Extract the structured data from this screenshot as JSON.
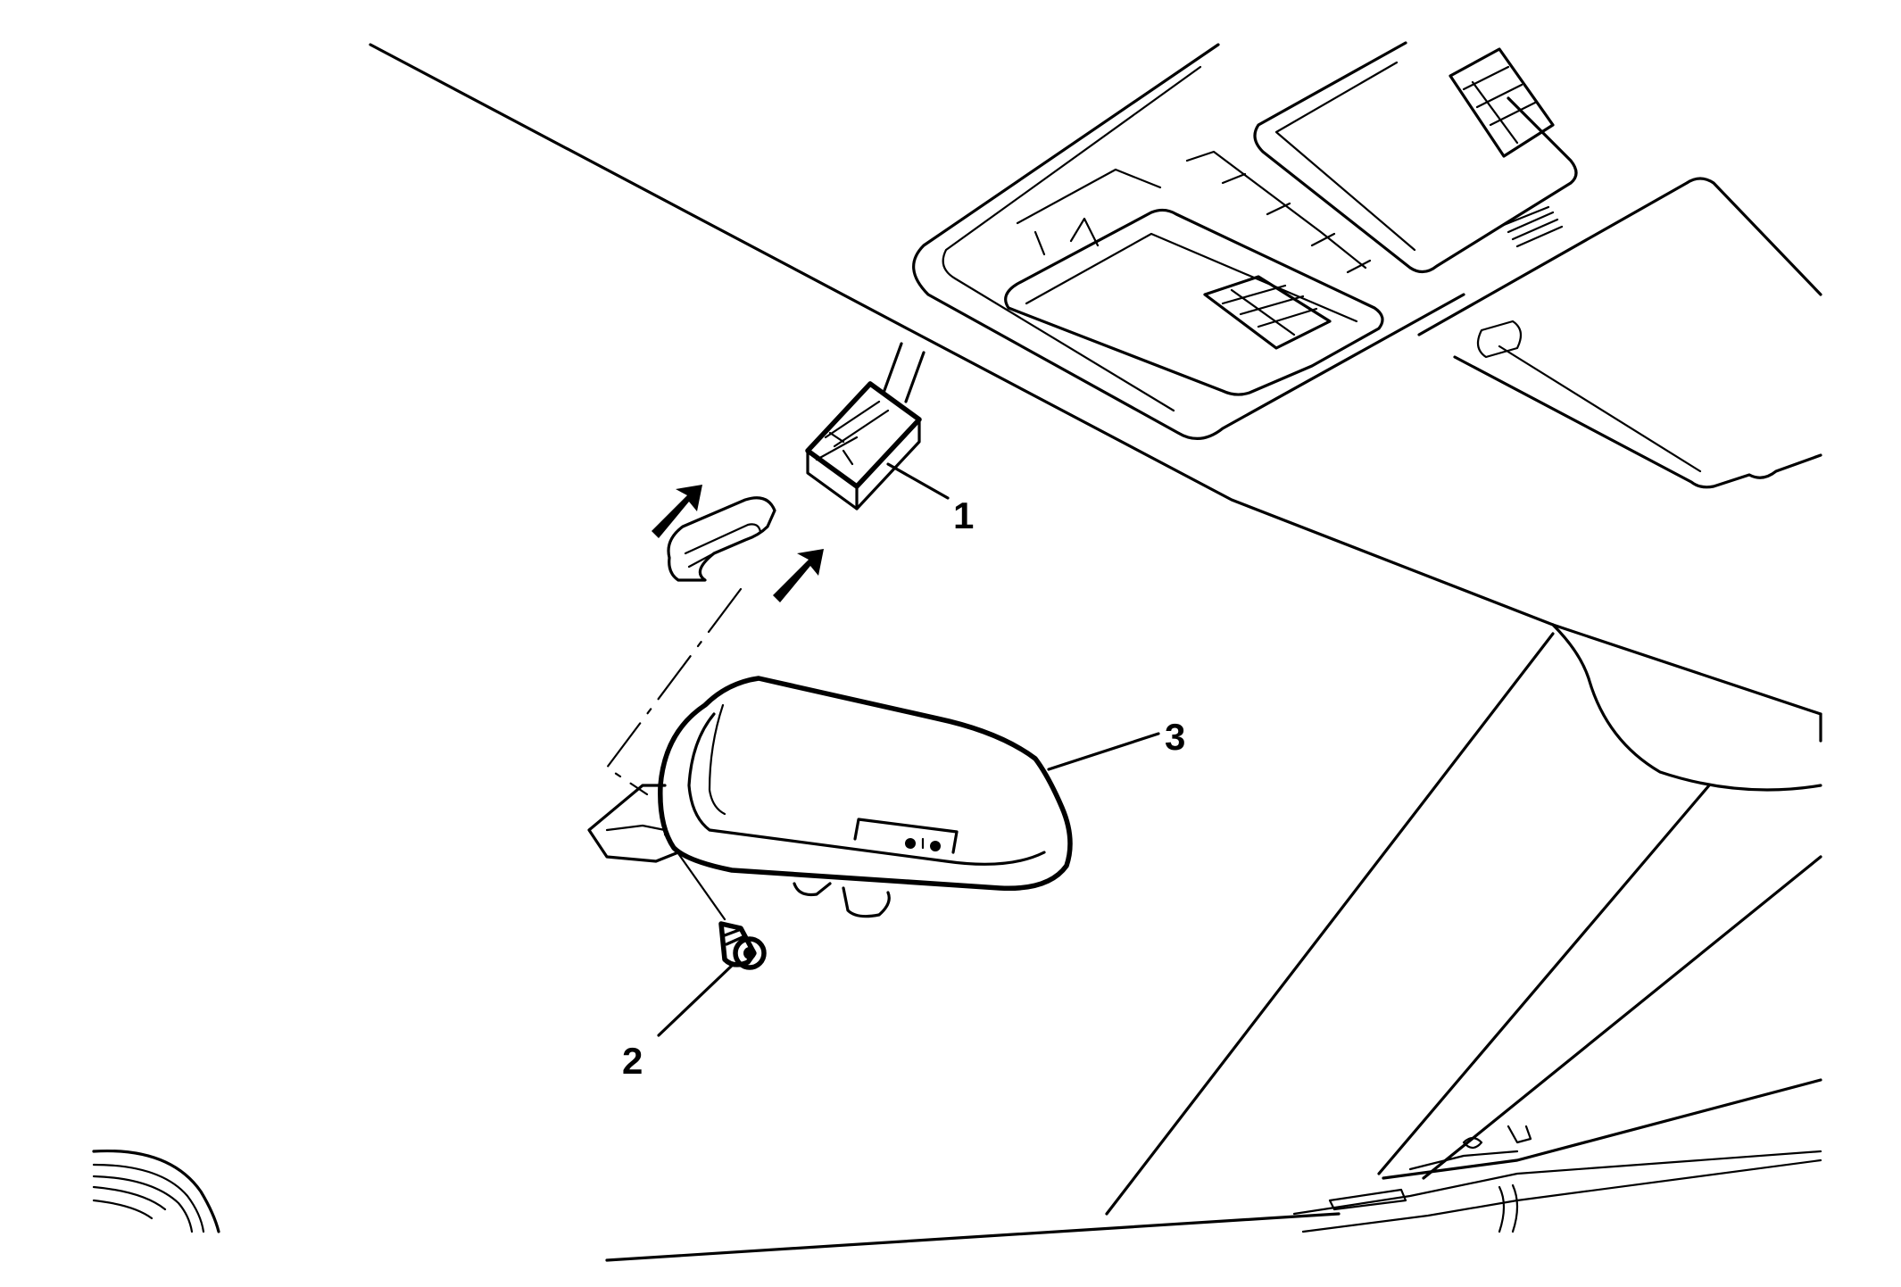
{
  "callouts": [
    {
      "id": "1",
      "label": "1"
    },
    {
      "id": "2",
      "label": "2"
    },
    {
      "id": "3",
      "label": "3"
    }
  ],
  "icons": {
    "arrows": "install-direction-arrow-icon",
    "screw": "screw-icon",
    "connector": "electrical-connector-icon",
    "mirror": "rearview-mirror-icon",
    "bracket": "mirror-mount-bracket-icon",
    "console": "overhead-console-icon"
  },
  "colors": {
    "line": "#000000",
    "background": "#ffffff"
  }
}
